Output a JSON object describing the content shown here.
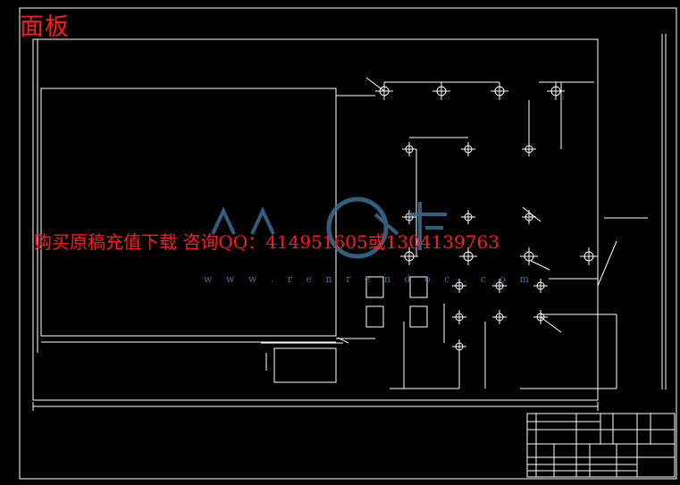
{
  "drawing": {
    "title": "面板",
    "watermark_text": "购买原稿充值下载 咨询QQ：414951605或1304139763",
    "watermark_url": "w w w . r e n r e n d o c . c o m"
  },
  "colors": {
    "background": "#000000",
    "line": "#ffffff",
    "title_red": "#ff1a1a",
    "watermark_blue": "#3b6f93"
  }
}
